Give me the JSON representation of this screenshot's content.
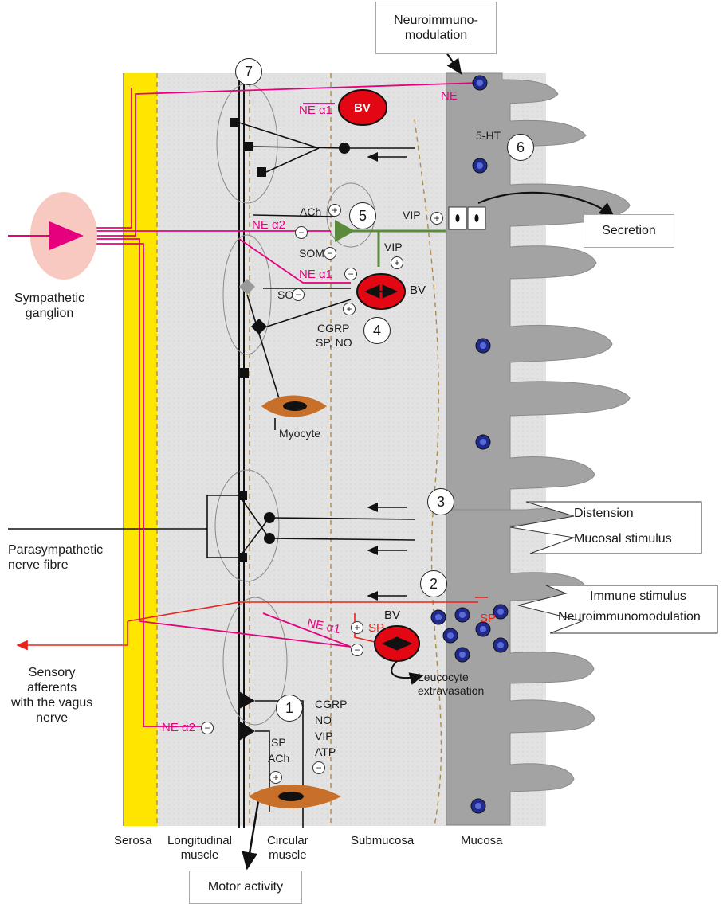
{
  "layers": {
    "serosa": "Serosa",
    "longitudinal": "Longitudinal\nmuscle",
    "circular": "Circular\nmuscle",
    "submucosa": "Submucosa",
    "mucosa": "Mucosa"
  },
  "boxes": {
    "neuroimmuno": "Neuroimmuno-\nmodulation",
    "secretion": "Secretion",
    "motor": "Motor activity",
    "distension_line1": "Distension",
    "distension_line2": "Mucosal stimulus",
    "immune_line1": "Immune stimulus",
    "immune_line2": "Neuroimmunomodulation"
  },
  "numbers": [
    "1",
    "2",
    "3",
    "4",
    "5",
    "6",
    "7"
  ],
  "left_labels": {
    "sympathetic": "Sympathetic\nganglion",
    "parasympathetic": "Parasympathetic\nnerve fibre",
    "sensory": "Sensory\nafferents\nwith the vagus\nnerve"
  },
  "transmitters": {
    "ne_a1_top": "NE α1",
    "ne_top": "NE",
    "ht5": "5-HT",
    "ach": "ACh",
    "ne_a2_mid": "NE α2",
    "som1": "SOM",
    "ne_a1_mid": "NE α1",
    "som2": "SOM",
    "vip1": "VIP",
    "vip2": "VIP",
    "cgrp_mid": "CGRP",
    "sp_no_mid": "SP, NO",
    "ne_a1_low": "NE α1",
    "sp_low": "SP",
    "sp_right": "SP",
    "ne_a2_low": "NE α2",
    "cgrp_low": "CGRP",
    "no_low": "NO",
    "vip_low": "VIP",
    "atp_low": "ATP",
    "sp_low2": "SP",
    "ach_low": "ACh"
  },
  "cells": {
    "bv": "BV",
    "myocyte": "Myocyte",
    "leucocyte": "Leucocyte\nextravasation"
  },
  "signs": {
    "plus": "+",
    "minus": "−"
  },
  "colors": {
    "serosa": "#ffe600",
    "tissue": "#e2e2e2",
    "sympathetic": "#e6007e",
    "sensory": "#e8231b",
    "vip_neuron": "#5a8a3c",
    "blood_vessel": "#e30613",
    "immune_cell": "#1f2a8c",
    "mucosa_villi": "#a8a8a8",
    "myocyte": "#c8702a"
  }
}
